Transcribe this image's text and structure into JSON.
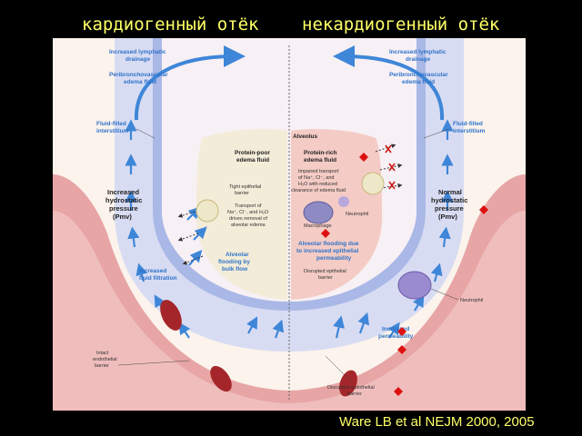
{
  "titles": {
    "left": "кардиогенный отёк",
    "right": "некардиогенный отёк"
  },
  "citation": "Ware LB et al NEJM 2000, 2005",
  "labels": {
    "lymph_l1": "Increased lymphatic",
    "lymph_l2": "drainage",
    "lymph_r1": "Increased lymphatic",
    "lymph_r2": "drainage",
    "peri_l1": "Peribronchovascular",
    "peri_l2": "edema fluid",
    "peri_r1": "Peribronchovascular",
    "peri_r2": "edema fluid",
    "fluid_l1": "Fluid-filled",
    "fluid_l2": "interstitium",
    "fluid_r1": "Fluid-filled",
    "fluid_r2": "interstitium",
    "alveolus": "Alveolus",
    "pp1": "Protein-poor",
    "pp2": "edema fluid",
    "pr1": "Protein-rich",
    "pr2": "edema fluid",
    "tight1": "Tight epithelial",
    "tight2": "barrier",
    "tr1": "Transport of",
    "tr2": "Na⁺, Cl⁻, and H₂O",
    "tr3": "drives removal of",
    "tr4": "alveolar edema",
    "imp1": "Impaired transport",
    "imp2": "of Na⁺, Cl⁻, and",
    "imp3": "H₂O with reduced",
    "imp4": "clearance of edema fluid",
    "ihp1": "Increased",
    "ihp2": "hydrostatic",
    "ihp3": "pressure",
    "ihp4": "(Pmv)",
    "nhp1": "Normal",
    "nhp2": "hydrostatic",
    "nhp3": "pressure",
    "nhp4": "(Pmv)",
    "macro": "Macrophage",
    "neutro_small": "Neutrophil",
    "af_l1": "Alveolar",
    "af_l2": "flooding by",
    "af_l3": "bulk flow",
    "af_r1": "Alveolar flooding due",
    "af_r2": "to increased epithelial",
    "af_r3": "permeability",
    "disep1": "Disrupted epithelial",
    "disep2": "barrier",
    "iff1": "Increased",
    "iff2": "fluid filtration",
    "neutro_big": "Neutrophil",
    "intact1": "Intact",
    "intact2": "endothelial",
    "intact3": "barrier",
    "iperm1": "Increased",
    "iperm2": "permeability",
    "disend1": "Disrupted endothelial",
    "disend2": "barrier"
  },
  "colors": {
    "title": "#ffff66",
    "label_blue": "#2f73c9",
    "vessel": "#e08f8f",
    "alveolar_wall": "#b9c7ec",
    "edema_left": "#f2ead7",
    "edema_right": "#f4c9c3",
    "diamond": "#dd1111"
  }
}
